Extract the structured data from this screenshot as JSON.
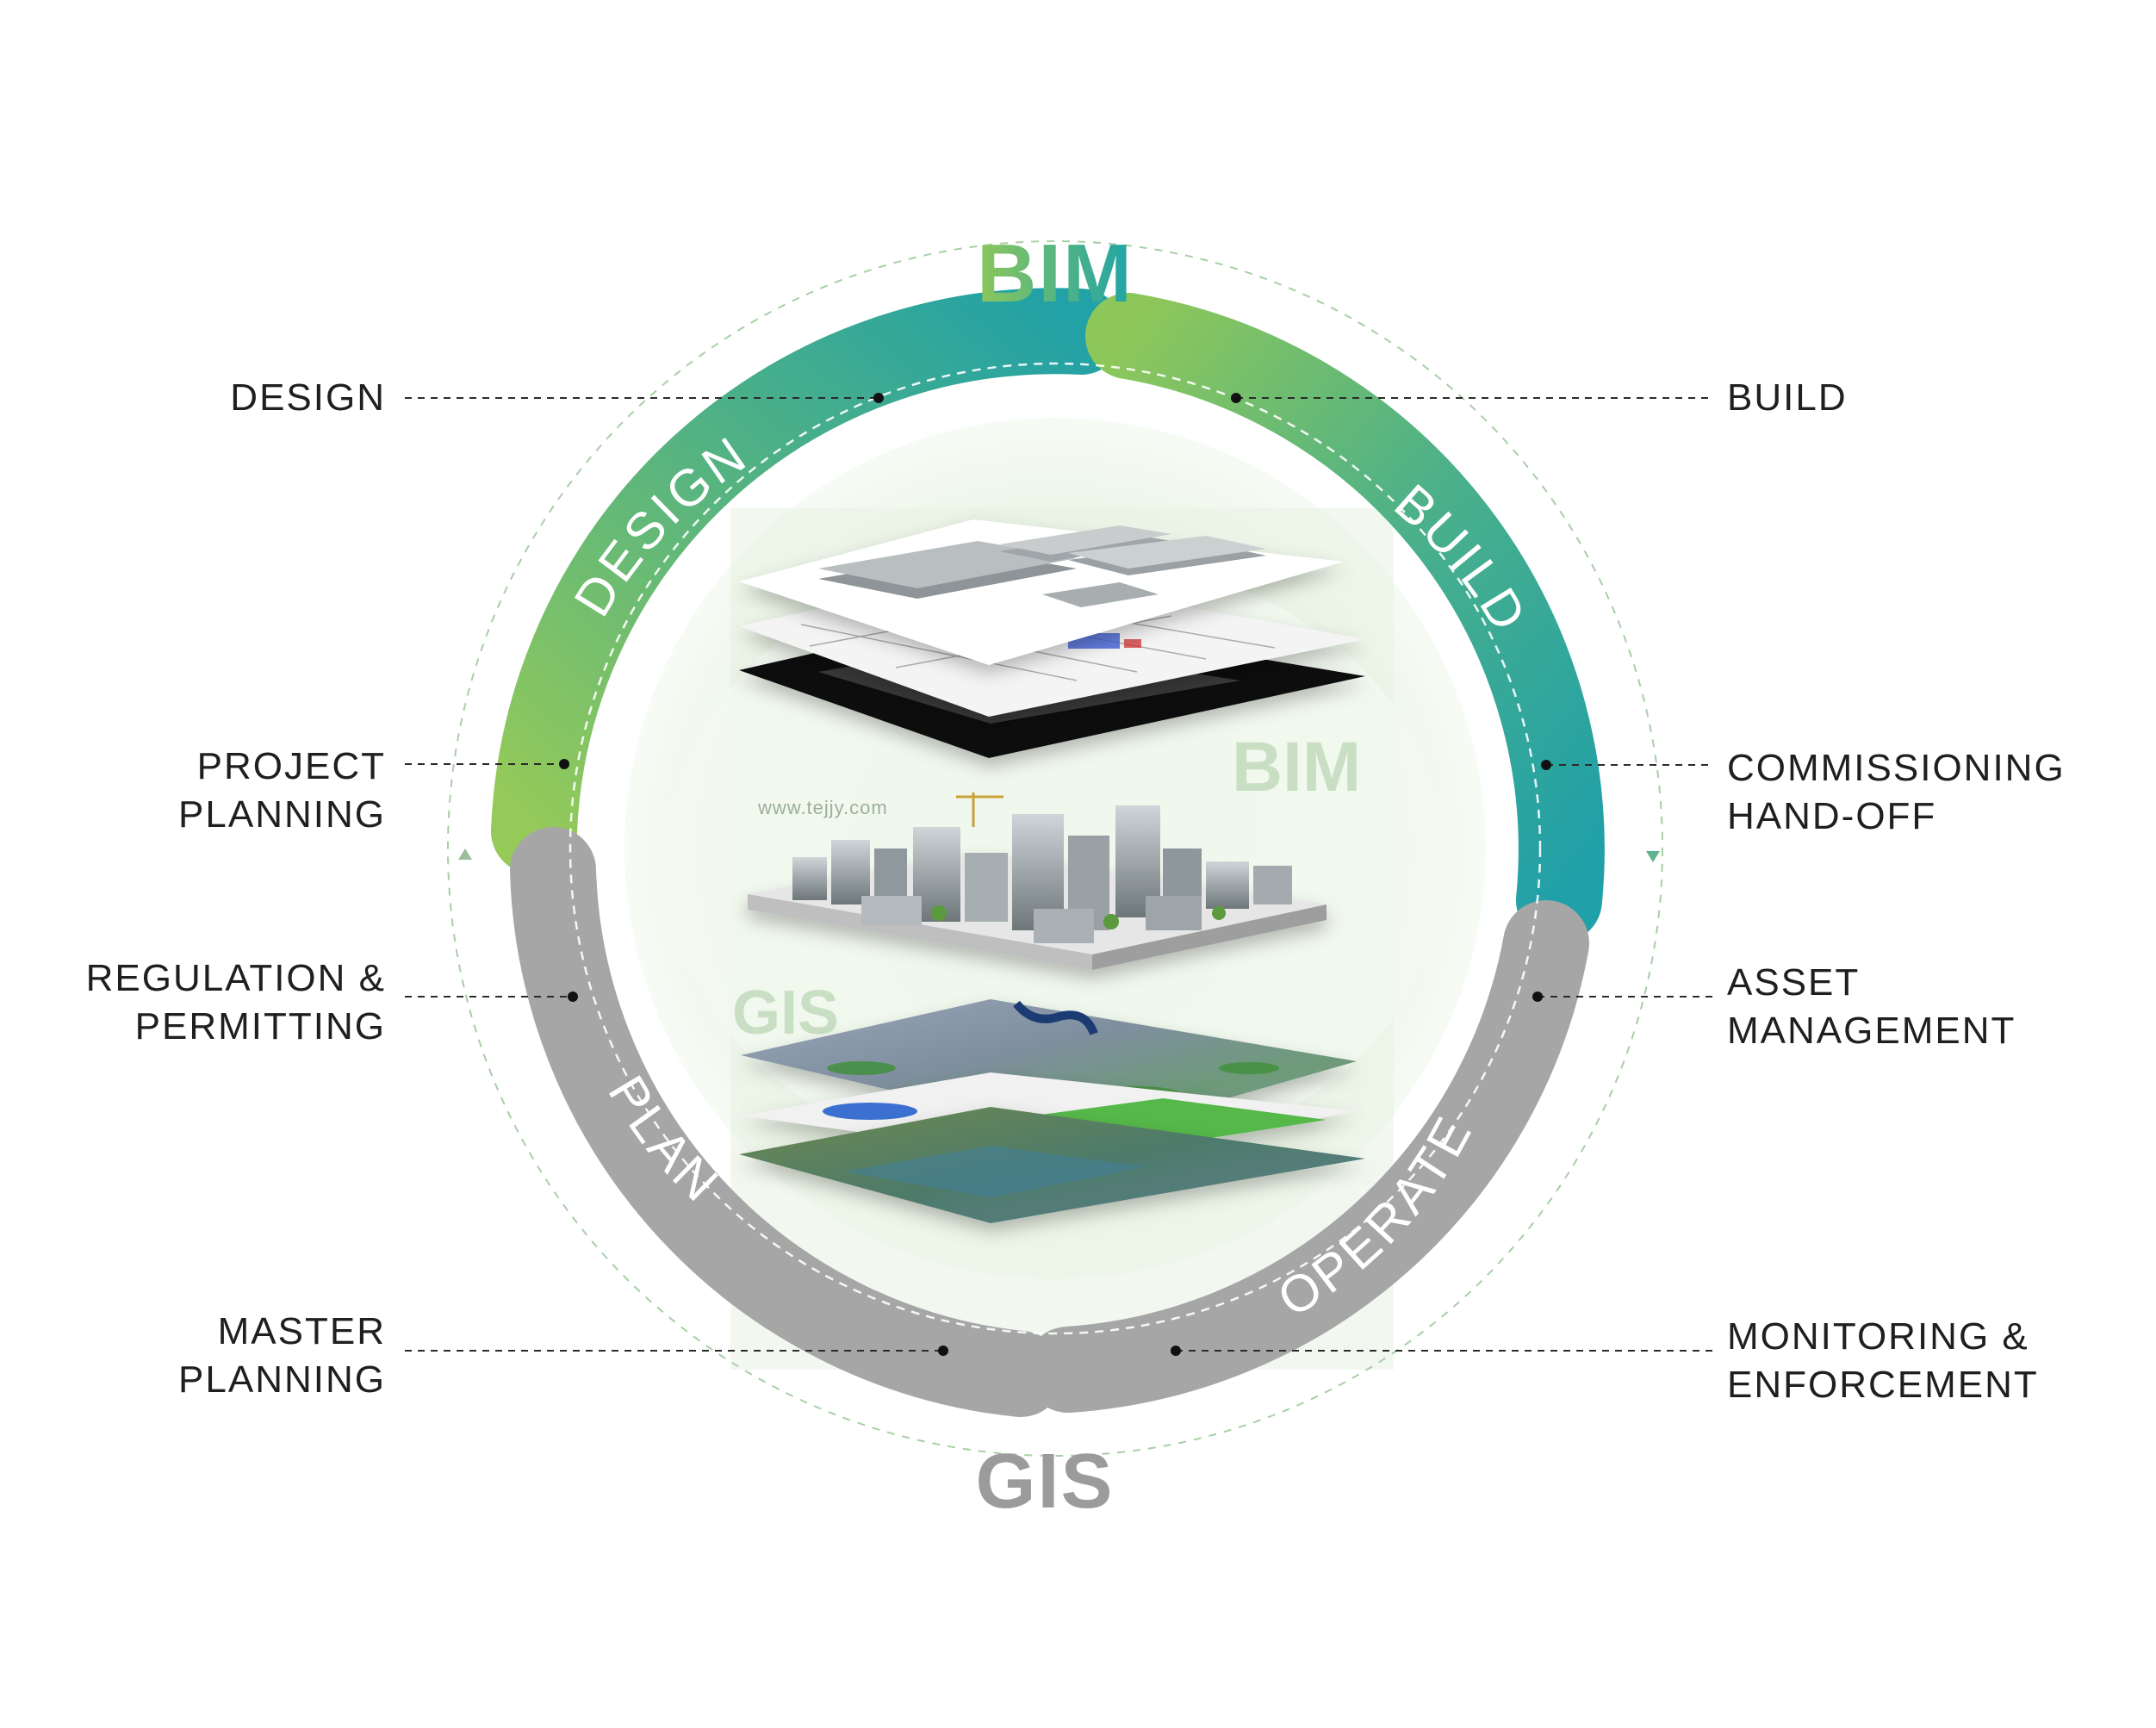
{
  "top_title": "BIM",
  "bottom_title": "GIS",
  "ring_segments": {
    "design": "DESIGN",
    "build": "BUILD",
    "plan": "PLAN",
    "operate": "OPERATE"
  },
  "left_labels": {
    "design": [
      "DESIGN"
    ],
    "project_planning": [
      "PROJECT",
      "PLANNING"
    ],
    "regulation": [
      "REGULATION &",
      "PERMITTING"
    ],
    "master_planning": [
      "MASTER",
      "PLANNING"
    ]
  },
  "right_labels": {
    "build": [
      "BUILD"
    ],
    "commissioning": [
      "COMMISSIONING",
      "HAND-OFF"
    ],
    "asset": [
      "ASSET",
      "MANAGEMENT"
    ],
    "monitoring": [
      "MONITORING &",
      "ENFORCEMENT"
    ]
  },
  "inner_watermarks": {
    "bim": "BIM",
    "gis": "GIS",
    "site": "www.tejjy.com"
  },
  "colors": {
    "green_light": "#8ec74f",
    "teal": "#1fa3a8",
    "grey_ring": "#a6a6a6",
    "grey_text": "#9b9b9b",
    "label_text": "#1f1f1f"
  }
}
